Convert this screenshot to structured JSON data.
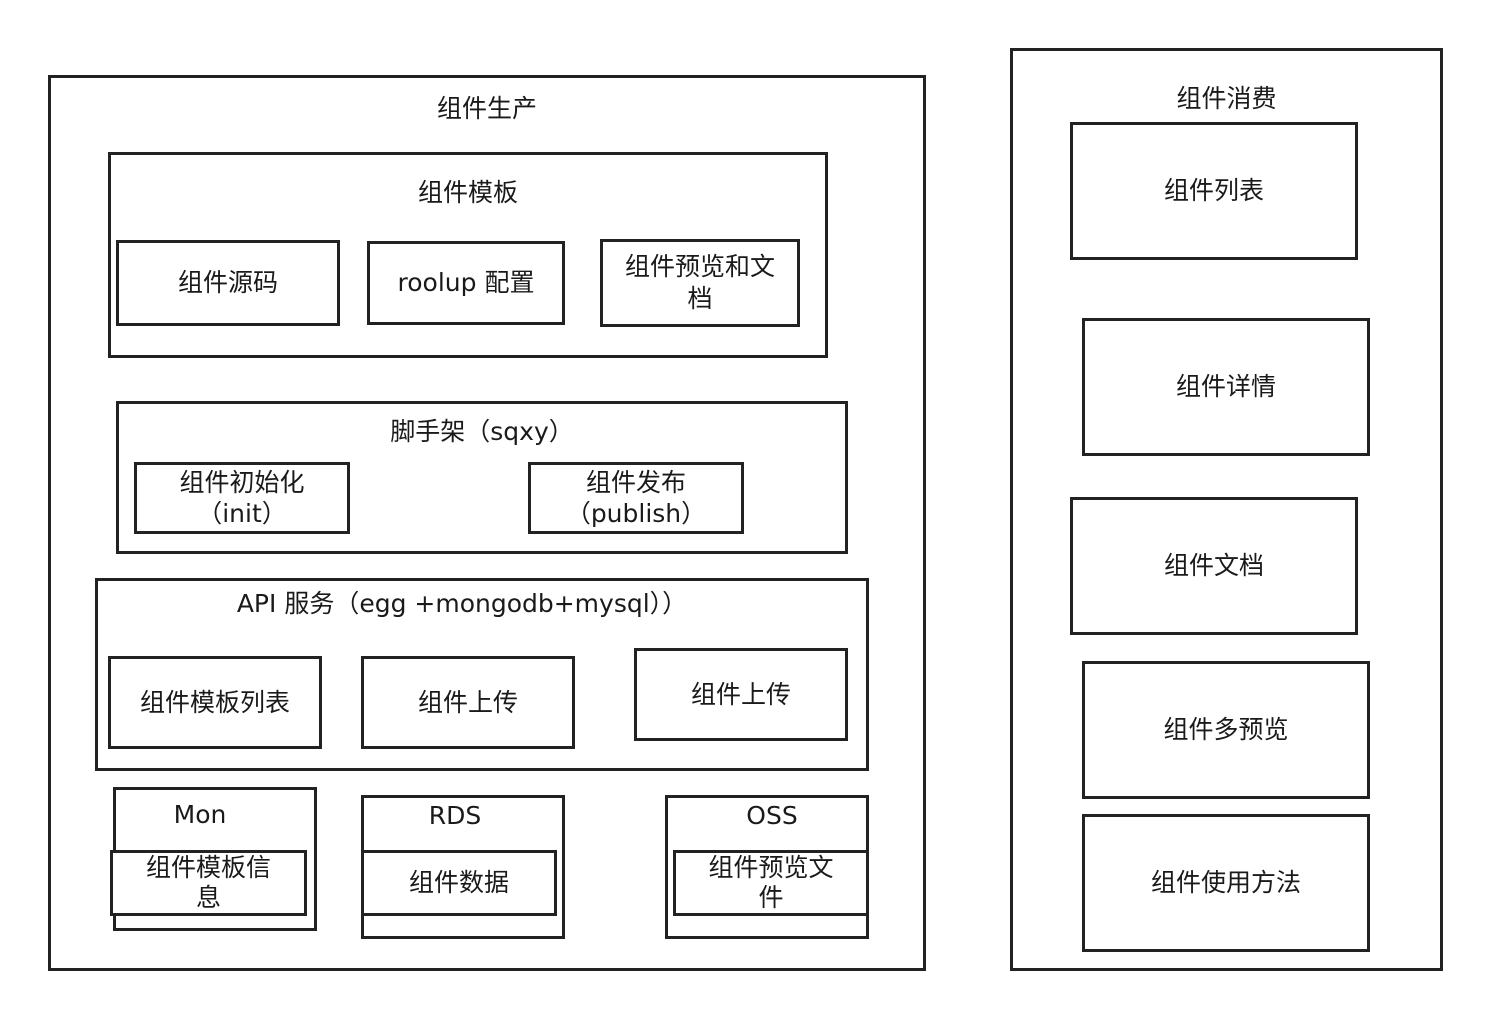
{
  "production": {
    "title": "组件生产",
    "template": {
      "title": "组件模板",
      "items": [
        "组件源码",
        "roolup 配置",
        "组件预览和文档"
      ]
    },
    "scaffold": {
      "title": "脚手架（sqxy）",
      "items": [
        {
          "line1": "组件初始化",
          "line2": "（init）"
        },
        {
          "line1": "组件发布",
          "line2": "（publish）"
        }
      ]
    },
    "api": {
      "title": "API 服务（egg +mongodb+mysql））",
      "items": [
        "组件模板列表",
        "组件上传",
        "组件上传"
      ]
    },
    "storage": [
      {
        "title": "Mon",
        "inner": "组件模板信息"
      },
      {
        "title": "RDS",
        "inner": "组件数据"
      },
      {
        "title": "OSS",
        "inner": "组件预览文件"
      }
    ]
  },
  "consumption": {
    "title": "组件消费",
    "items": [
      "组件列表",
      "组件详情",
      "组件文档",
      "组件多预览",
      "组件使用方法"
    ]
  }
}
